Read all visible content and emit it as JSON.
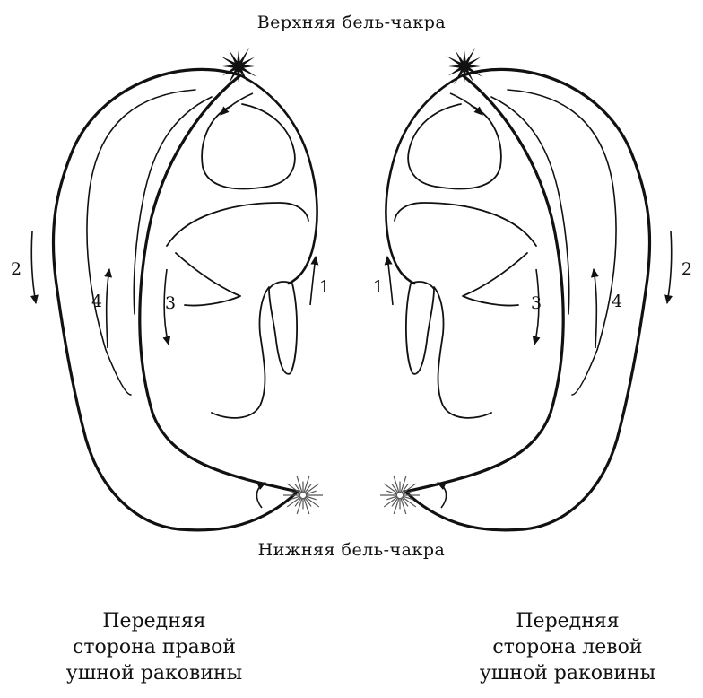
{
  "labels": {
    "top": "Верхняя бель-чакра",
    "bottom": "Нижняя бель-чакра"
  },
  "captions": {
    "left": [
      "Передняя",
      "сторона правой",
      "ушной раковины"
    ],
    "right": [
      "Передняя",
      "сторона левой",
      "ушной раковины"
    ]
  },
  "flow_numbers": [
    "1",
    "2",
    "3",
    "4"
  ],
  "colors": {
    "line": "#111111",
    "background": "#ffffff"
  }
}
